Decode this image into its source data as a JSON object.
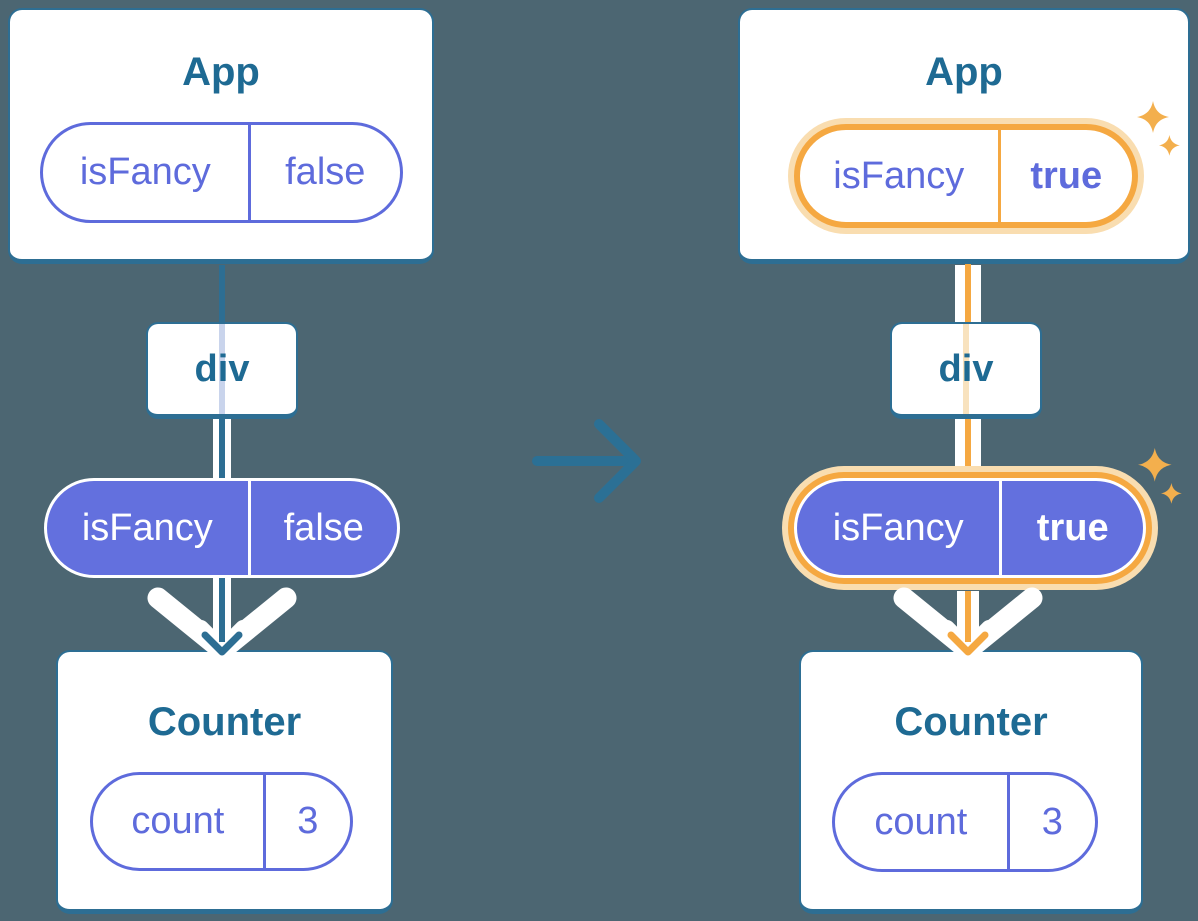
{
  "diagram_title": "state-transition-diagram",
  "left_tree": {
    "app_title": "App",
    "app_prop": {
      "name": "isFancy",
      "value": "false"
    },
    "div_label": "div",
    "passed_prop": {
      "name": "isFancy",
      "value": "false"
    },
    "counter_title": "Counter",
    "counter_state": {
      "name": "count",
      "value": "3"
    }
  },
  "right_tree": {
    "app_title": "App",
    "app_prop": {
      "name": "isFancy",
      "value": "true"
    },
    "div_label": "div",
    "passed_prop": {
      "name": "isFancy",
      "value": "true"
    },
    "counter_title": "Counter",
    "counter_state": {
      "name": "count",
      "value": "3"
    }
  },
  "icons": {
    "transition_arrow": "right-arrow-icon",
    "prop_flow_arrow": "down-chevron-arrow-icon",
    "sparkles": "sparkle-icon"
  },
  "colors": {
    "background": "#4C6672",
    "card_border": "#2D6E93",
    "title_text": "#1E6A93",
    "purple": "#5E6BDC",
    "purple_fill": "#6370DE",
    "highlight_orange": "#F5A841",
    "highlight_glow": "#F9DDB0",
    "highlight_pale": "#F8E2BE",
    "lavender_pale": "#C9D4EC",
    "sparkle": "#F3AF4D",
    "arrow": "#2B7095"
  }
}
